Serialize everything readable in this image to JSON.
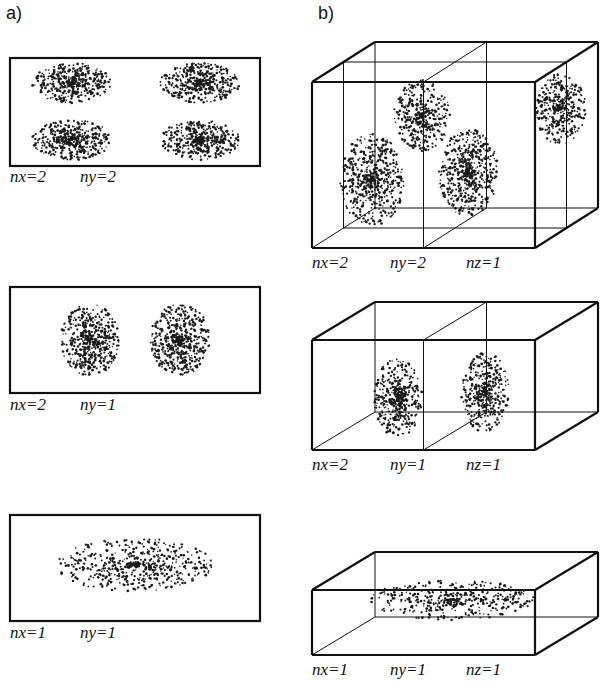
{
  "diagram": {
    "labels": [
      "a)",
      "b)",
      "nx=2",
      "ny=2",
      "nx=2",
      "ny=2",
      "nz=1",
      "nx=2",
      "ny=1",
      "nx=2",
      "ny=1",
      "nz=1",
      "nx=1",
      "ny=1",
      "nx=1",
      "ny=1",
      "nz=1"
    ]
  }
}
